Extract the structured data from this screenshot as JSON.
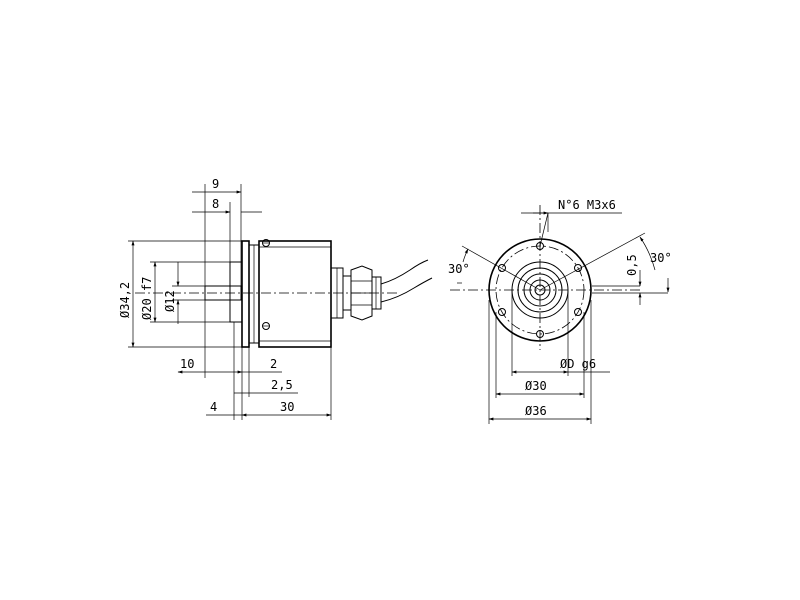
{
  "side_view": {
    "dim_9": "9",
    "dim_8": "8",
    "dim_dia_34_2": "Ø34,2",
    "dim_dia_20_f7": "Ø20 f7",
    "dim_dia_12": "Ø12",
    "dim_10": "10",
    "dim_2": "2",
    "dim_2_5": "2,5",
    "dim_4": "4",
    "dim_30": "30"
  },
  "front_view": {
    "thread_spec": "N°6 M3x6",
    "angle_left": "30°",
    "angle_right": "30°",
    "dim_0_5": "0,5",
    "dim_dia_D_g6": "ØD g6",
    "dim_dia_30": "Ø30",
    "dim_dia_36": "Ø36"
  }
}
